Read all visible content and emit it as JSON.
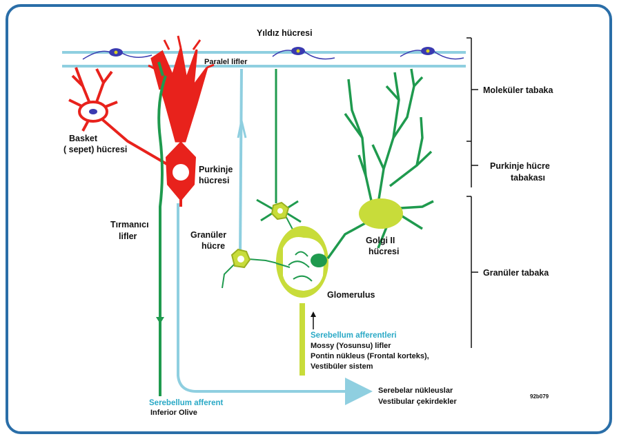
{
  "colors": {
    "frame": "#2a6ea8",
    "purkinje": "#e8221c",
    "fiber_green": "#1f9a4e",
    "fiber_blue": "#8fcfe0",
    "glomerulus": "#c8dc3a",
    "star_cell": "#3a3ab0",
    "label_blue": "#2aa9c6"
  },
  "labels": {
    "star_cell": "Yıldız hücresi",
    "parallel_fibers": "Paralel lifler",
    "basket_line1": "Basket",
    "basket_line2": "( sepet) hücresi",
    "purkinje_line1": "Purkinje",
    "purkinje_line2": "hücresi",
    "climbing_line1": "Tırmanıcı",
    "climbing_line2": "lifler",
    "granule_line1": "Granüler",
    "granule_line2": "hücre",
    "golgi_line1": "Golgi II",
    "golgi_line2": "hücresi",
    "glomerulus": "Glomerulus",
    "afferents_title": "Serebellum afferentleri",
    "afferents_line1": "Mossy (Yosunsu) lifler",
    "afferents_line2": "Pontin nükleus (Frontal korteks),",
    "afferents_line3": "Vestibüler sistem",
    "efferent_title": "Serebellum afferent",
    "efferent_line1": "Inferior Olive",
    "output_line1": "Serebelar nükleuslar",
    "output_line2": "Vestibular çekirdekler",
    "figure_code": "92b079"
  },
  "layers": {
    "molecular": "Moleküler tabaka",
    "purkinje_line1": "Purkinje hücre",
    "purkinje_line2": "tabakası",
    "granular": "Granüler tabaka"
  }
}
